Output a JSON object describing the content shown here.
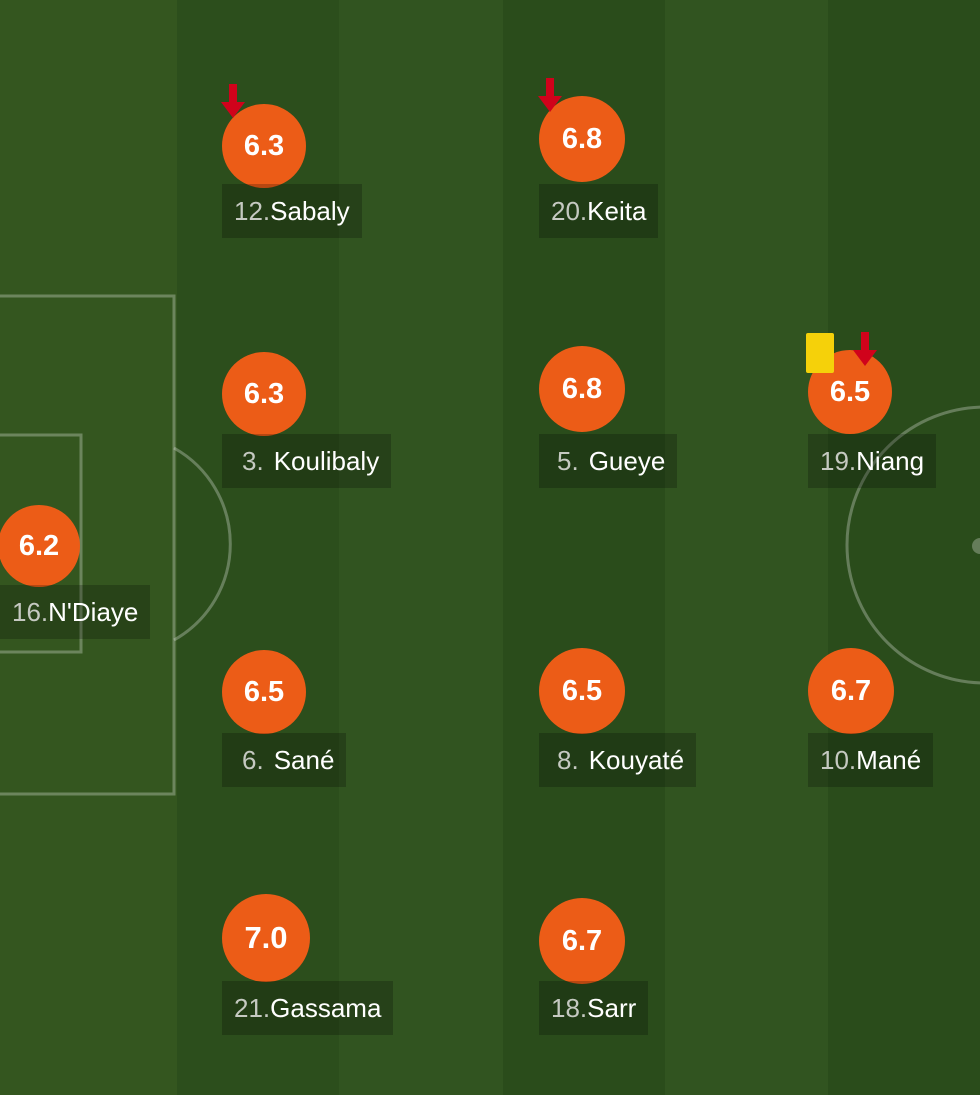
{
  "colors": {
    "rating_bg": "#ec5c17",
    "sub_arrow": "#d0021b",
    "yellow_card": "#f5d10a",
    "pitch_green": "#2f521f"
  },
  "players": [
    {
      "id": "sabaly",
      "number": "12.",
      "name": "Sabaly",
      "rating": "6.3",
      "sub_off": true,
      "yellow_card": false
    },
    {
      "id": "keita",
      "number": "20.",
      "name": "Keita",
      "rating": "6.8",
      "sub_off": true,
      "yellow_card": false
    },
    {
      "id": "koulibaly",
      "number": "3.",
      "name": "Koulibaly",
      "rating": "6.3",
      "sub_off": false,
      "yellow_card": false
    },
    {
      "id": "gueye",
      "number": "5.",
      "name": "Gueye",
      "rating": "6.8",
      "sub_off": false,
      "yellow_card": false
    },
    {
      "id": "niang",
      "number": "19.",
      "name": "Niang",
      "rating": "6.5",
      "sub_off": true,
      "yellow_card": true
    },
    {
      "id": "ndiaye",
      "number": "16.",
      "name": "N'Diaye",
      "rating": "6.2",
      "sub_off": false,
      "yellow_card": false
    },
    {
      "id": "sane",
      "number": "6.",
      "name": "Sané",
      "rating": "6.5",
      "sub_off": false,
      "yellow_card": false
    },
    {
      "id": "kouyate",
      "number": "8.",
      "name": "Kouyaté",
      "rating": "6.5",
      "sub_off": false,
      "yellow_card": false
    },
    {
      "id": "mane",
      "number": "10.",
      "name": "Mané",
      "rating": "6.7",
      "sub_off": false,
      "yellow_card": false
    },
    {
      "id": "gassama",
      "number": "21.",
      "name": "Gassama",
      "rating": "7.0",
      "sub_off": false,
      "yellow_card": false
    },
    {
      "id": "sarr",
      "number": "18.",
      "name": "Sarr",
      "rating": "6.7",
      "sub_off": false,
      "yellow_card": false
    }
  ]
}
